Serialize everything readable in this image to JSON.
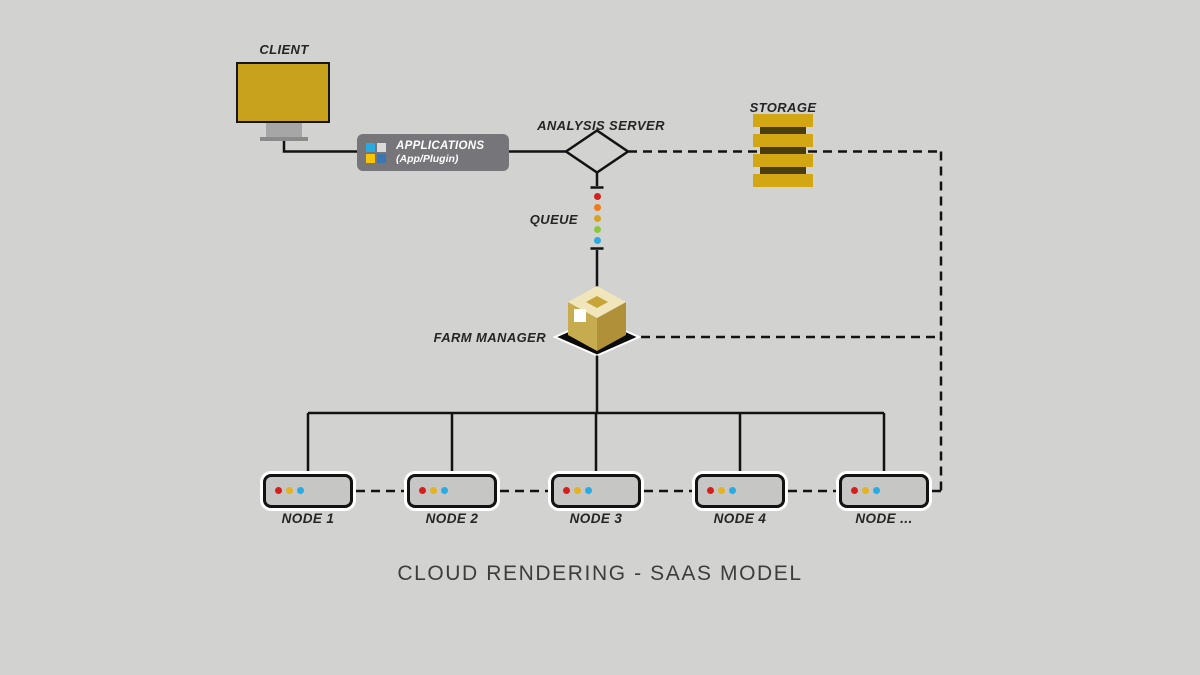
{
  "title": "CLOUD RENDERING - SAAS MODEL",
  "client": {
    "label": "CLIENT"
  },
  "applications": {
    "title": "APPLICATIONS",
    "subtitle": "(App/Plugin)",
    "icon_colors": [
      "#2aa9e0",
      "#d9d9d9",
      "#f6c408",
      "#3b76b0"
    ]
  },
  "analysis_server": {
    "label": "ANALYSIS SERVER"
  },
  "storage": {
    "label": "STORAGE"
  },
  "queue": {
    "label": "QUEUE",
    "dot_colors": [
      "#d6201c",
      "#ee7c1b",
      "#d6a31e",
      "#8cc63f",
      "#2aabe2"
    ]
  },
  "farm_manager": {
    "label": "FARM MANAGER"
  },
  "nodes": [
    {
      "label": "NODE 1"
    },
    {
      "label": "NODE 2"
    },
    {
      "label": "NODE 3"
    },
    {
      "label": "NODE 4"
    },
    {
      "label": "NODE ..."
    }
  ],
  "node_dot_colors": [
    "#d6201c",
    "#e6b31e",
    "#2aabe2"
  ],
  "colors": {
    "background": "#d2d2d1",
    "line": "#121212",
    "monitor_gold": "#c8a21d",
    "storage_gold": "#d2a713",
    "storage_dark": "#4a3d0e",
    "app_box": "#76767a",
    "node_fill": "#c6c6c5",
    "cube_top": "#f1e5bc",
    "cube_left": "#c6ab4f",
    "cube_right": "#b0913a",
    "cube_hole": "#c8a336",
    "shadow": "#0b0b0b"
  }
}
